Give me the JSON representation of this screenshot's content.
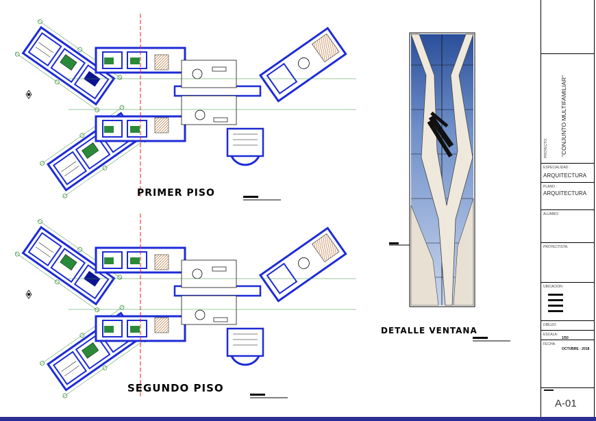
{
  "drawing": {
    "plan1_title": "PRIMER PISO",
    "plan2_title": "SEGUNDO PISO",
    "detail_title": "DETALLE VENTANA"
  },
  "title_block": {
    "project_label": "PROYECTO:",
    "project_value": "\"CONJUNTO MULTIFAMILIAR\"",
    "specialty_label": "ESPECIALIDAD :",
    "specialty_value": "ARQUITECTURA",
    "plan_label": "PLANO :",
    "plan_value": "ARQUITECTURA",
    "alumno_label": "ALUMNO:",
    "designer_label": "PROYECTISTA:",
    "location_label": "UBICACION :",
    "drawing_label": "DIBUJO:",
    "scale_label": "ESCALA:",
    "scale_value": "1/50",
    "date_label": "FECHA:",
    "date_value": "OCTUBRE - 2018",
    "sheet_number": "A-01"
  },
  "colors": {
    "wall": "#1c2bd6",
    "wall_dark": "#0d148f",
    "grid": "#3f8f3f",
    "axis": "#e02020",
    "frame": "#2b2f8f",
    "glass_top": "#2a4f9a",
    "glass_light": "#c8d6ee"
  }
}
